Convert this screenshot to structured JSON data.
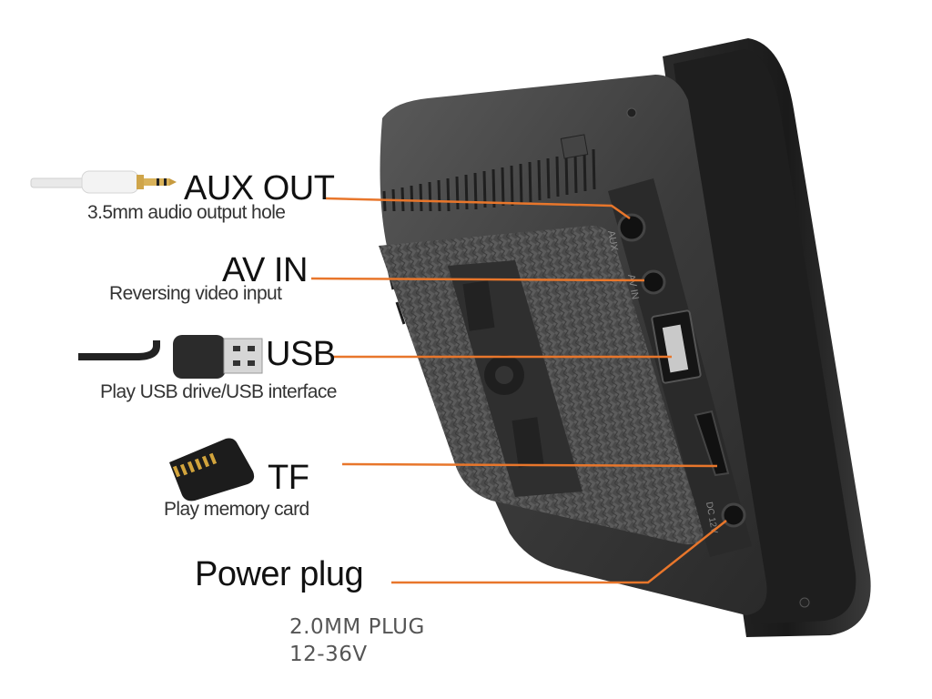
{
  "accent_color": "#e8762b",
  "device": {
    "name": "car-display-monitor",
    "ports": [
      {
        "id": "aux",
        "title": "AUX OUT",
        "subtitle": "3.5mm audio output hole",
        "port_print": "AUX",
        "icon": "audio-jack-icon"
      },
      {
        "id": "avin",
        "title": "AV IN",
        "subtitle": "Reversing video input",
        "port_print": "AV IN",
        "icon": ""
      },
      {
        "id": "usb",
        "title": "USB",
        "subtitle": "Play USB drive/USB interface",
        "port_print": "",
        "icon": "usb-cable-icon"
      },
      {
        "id": "tf",
        "title": "TF",
        "subtitle": "Play memory card",
        "port_print": "",
        "icon": "sd-card-icon"
      },
      {
        "id": "power",
        "title": "Power plug",
        "subtitle": "",
        "port_print": "DC 12V",
        "icon": ""
      }
    ]
  },
  "power_spec": {
    "line1": "2.0MM PLUG",
    "line2": "12-36V"
  }
}
